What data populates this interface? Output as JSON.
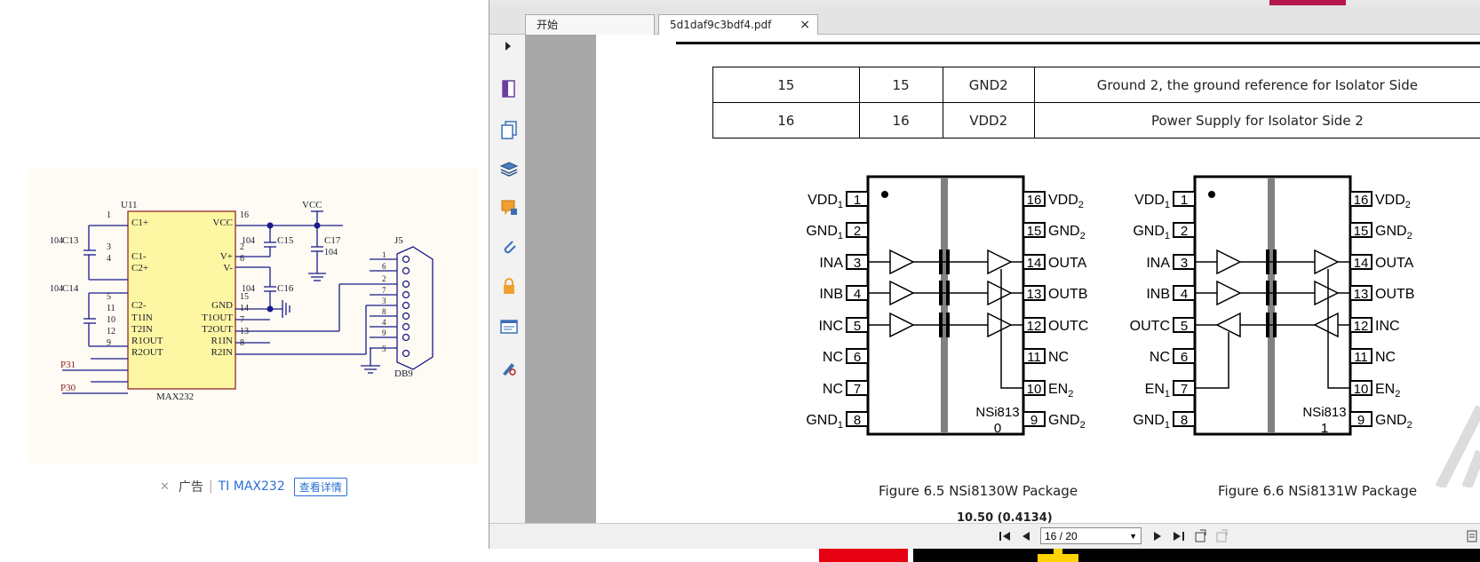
{
  "schematic": {
    "chip_ref": "U11",
    "chip_name": "MAX232",
    "vcc_label": "VCC",
    "connector_ref": "J5",
    "connector_name": "DB9",
    "left_pins": [
      {
        "num": "1",
        "name": "C1+"
      },
      {
        "num": "3",
        "name": "C1-"
      },
      {
        "num": "4",
        "name": "C2+"
      },
      {
        "num": "5",
        "name": "C2-"
      },
      {
        "num": "11",
        "name": "T1IN"
      },
      {
        "num": "10",
        "name": "T2IN"
      },
      {
        "num": "12",
        "name": "R1OUT"
      },
      {
        "num": "9",
        "name": "R2OUT"
      }
    ],
    "right_pins": [
      {
        "num": "16",
        "name": "VCC"
      },
      {
        "num": "2",
        "name": "V+"
      },
      {
        "num": "6",
        "name": "V-"
      },
      {
        "num": "15",
        "name": "GND"
      },
      {
        "num": "14",
        "name": "T1OUT"
      },
      {
        "num": "7",
        "name": "T2OUT"
      },
      {
        "num": "13",
        "name": "R1IN"
      },
      {
        "num": "8",
        "name": "R2IN"
      }
    ],
    "caps": [
      {
        "ref": "C13",
        "value": "104"
      },
      {
        "ref": "C14",
        "value": "104"
      },
      {
        "ref": "C15",
        "value": "104"
      },
      {
        "ref": "C16",
        "value": "104"
      },
      {
        "ref": "C17",
        "value": "104"
      }
    ],
    "nets": [
      "P31",
      "P30"
    ],
    "db9_pins": [
      "1",
      "6",
      "2",
      "7",
      "3",
      "8",
      "4",
      "9",
      "5"
    ]
  },
  "ad": {
    "close": "✕",
    "label": "广告",
    "separator": "|",
    "link_text": "TI MAX232",
    "button": "查看详情"
  },
  "viewer": {
    "tabs": [
      {
        "label": "开始"
      },
      {
        "label": "5d1daf9c3bdf4.pdf"
      }
    ],
    "tab_close": "×",
    "page_indicator": "16 / 20"
  },
  "pin_table": {
    "rows": [
      {
        "pin_a": "15",
        "pin_b": "15",
        "name": "GND2",
        "description": "Ground 2,  the ground reference for Isolator Side"
      },
      {
        "pin_a": "16",
        "pin_b": "16",
        "name": "VDD2",
        "description": "Power Supply for Isolator Side 2"
      }
    ]
  },
  "figures": [
    {
      "caption": "Figure 6.5 NSi8130W Package",
      "chip_label_line1": "NSi813",
      "chip_label_line2": "0",
      "left_pins": [
        {
          "num": "1",
          "name": "VDD",
          "sub": "1"
        },
        {
          "num": "2",
          "name": "GND",
          "sub": "1"
        },
        {
          "num": "3",
          "name": "INA",
          "sub": ""
        },
        {
          "num": "4",
          "name": "INB",
          "sub": ""
        },
        {
          "num": "5",
          "name": "INC",
          "sub": ""
        },
        {
          "num": "6",
          "name": "NC",
          "sub": ""
        },
        {
          "num": "7",
          "name": "NC",
          "sub": ""
        },
        {
          "num": "8",
          "name": "GND",
          "sub": "1"
        }
      ],
      "right_pins": [
        {
          "num": "16",
          "name": "VDD",
          "sub": "2"
        },
        {
          "num": "15",
          "name": "GND",
          "sub": "2"
        },
        {
          "num": "14",
          "name": "OUTA",
          "sub": ""
        },
        {
          "num": "13",
          "name": "OUTB",
          "sub": ""
        },
        {
          "num": "12",
          "name": "OUTC",
          "sub": ""
        },
        {
          "num": "11",
          "name": "NC",
          "sub": ""
        },
        {
          "num": "10",
          "name": "EN",
          "sub": "2"
        },
        {
          "num": "9",
          "name": "GND",
          "sub": "2"
        }
      ]
    },
    {
      "caption": "Figure 6.6 NSi8131W Package",
      "chip_label_line1": "NSi813",
      "chip_label_line2": "1",
      "left_pins": [
        {
          "num": "1",
          "name": "VDD",
          "sub": "1"
        },
        {
          "num": "2",
          "name": "GND",
          "sub": "1"
        },
        {
          "num": "3",
          "name": "INA",
          "sub": ""
        },
        {
          "num": "4",
          "name": "INB",
          "sub": ""
        },
        {
          "num": "5",
          "name": "OUTC",
          "sub": ""
        },
        {
          "num": "6",
          "name": "NC",
          "sub": ""
        },
        {
          "num": "7",
          "name": "EN",
          "sub": "1"
        },
        {
          "num": "8",
          "name": "GND",
          "sub": "1"
        }
      ],
      "right_pins": [
        {
          "num": "16",
          "name": "VDD",
          "sub": "2"
        },
        {
          "num": "15",
          "name": "GND",
          "sub": "2"
        },
        {
          "num": "14",
          "name": "OUTA",
          "sub": ""
        },
        {
          "num": "13",
          "name": "OUTB",
          "sub": ""
        },
        {
          "num": "12",
          "name": "INC",
          "sub": ""
        },
        {
          "num": "11",
          "name": "NC",
          "sub": ""
        },
        {
          "num": "10",
          "name": "EN",
          "sub": "2"
        },
        {
          "num": "9",
          "name": "GND",
          "sub": "2"
        }
      ]
    }
  ],
  "dimension_text": "10.50 (0.4134)",
  "colors": {
    "menu_highlight": "#b5174a",
    "schematic_wire": "#1a1a8c",
    "chip_fill": "#fdf6a3",
    "ad_link": "#2a6fd6",
    "gray_margin": "#a8a8a8",
    "taskbar_red": "#e60012",
    "taskbar_yellow": "#ffd400"
  }
}
